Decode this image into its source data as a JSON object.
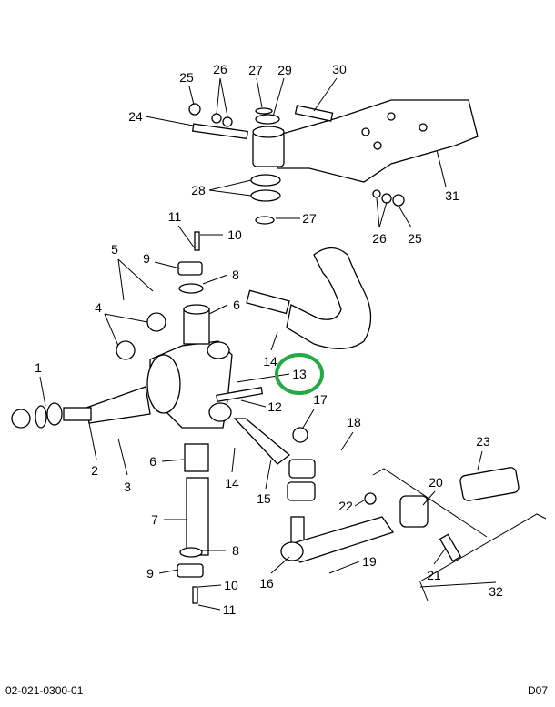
{
  "diagram": {
    "callouts": [
      "25",
      "26",
      "27",
      "29",
      "30",
      "24",
      "31",
      "28",
      "27",
      "26",
      "25",
      "11",
      "10",
      "5",
      "9",
      "8",
      "6",
      "4",
      "14",
      "13",
      "1",
      "12",
      "17",
      "18",
      "2",
      "3",
      "6",
      "14",
      "15",
      "23",
      "20",
      "22",
      "7",
      "8",
      "19",
      "21",
      "9",
      "10",
      "16",
      "11",
      "32"
    ],
    "highlighted_callout": "13",
    "highlight_color": "#22aa44"
  },
  "footer": {
    "drawing_number": "02-021-0300-01",
    "page_code": "D07"
  }
}
